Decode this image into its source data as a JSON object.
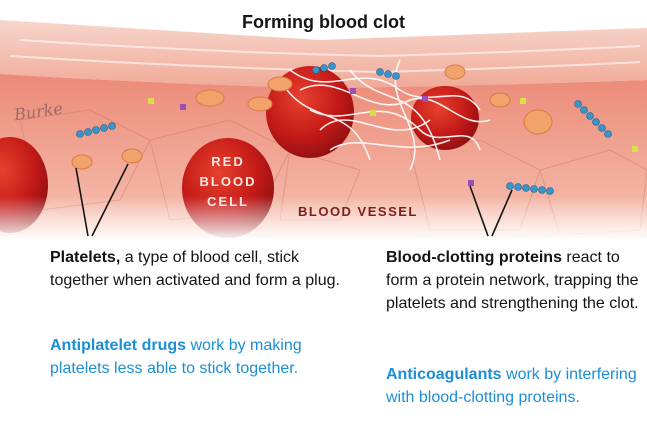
{
  "title": "Forming blood clot",
  "labels": {
    "red_blood_cell": [
      "RED",
      "BLOOD",
      "CELL"
    ],
    "blood_vessel": "BLOOD VESSEL"
  },
  "platelets": {
    "term": "Platelets,",
    "description": " a type of blood cell, stick together when activated and form a plug."
  },
  "antiplatelet": {
    "term": "Antiplatelet drugs",
    "description": " work by making platelets less able to stick together."
  },
  "clotting_proteins": {
    "term": "Blood-clotting proteins",
    "description": " react to form a protein network, trapping the platelets and strengthening the clot."
  },
  "anticoagulants": {
    "term": "Anticoagulants",
    "description": " work by interfering with blood-clotting proteins."
  },
  "signature": "Burke",
  "colors": {
    "vessel_wall": "#f4b6a4",
    "blood": "#c41a1a",
    "platelet": "#f2a36b",
    "protein_chain": "#3a93c9",
    "accent_blue": "#1b8ed6"
  }
}
